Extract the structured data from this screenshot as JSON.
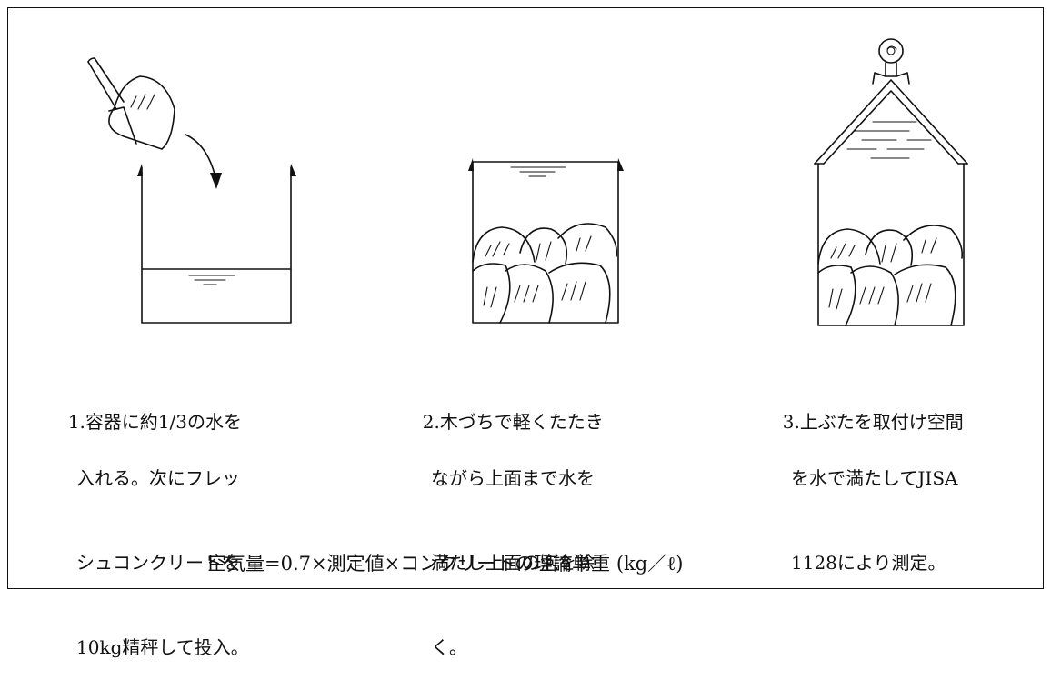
{
  "steps": [
    {
      "number": "1.",
      "lines": [
        "容器に約1/3の水を",
        "入れる。次にフレッ",
        "シュコンクリートを",
        "10kg精秤して投入。"
      ]
    },
    {
      "number": "2.",
      "lines": [
        "木づちで軽くたたき",
        "ながら上面まで水を",
        "満たし上面の泡を除",
        "く。"
      ]
    },
    {
      "number": "3.",
      "lines": [
        "上ぶたを取付け空間",
        "を水で満たしてJISA",
        "1128により測定。"
      ]
    }
  ],
  "formula": "空気量=0.7×測定値×コンクリートの理論単重 (kg／ℓ)",
  "figures": {
    "figure_1": "container-one-third-water",
    "figure_2": "container-concrete-full",
    "figure_3": "container-with-lid"
  }
}
